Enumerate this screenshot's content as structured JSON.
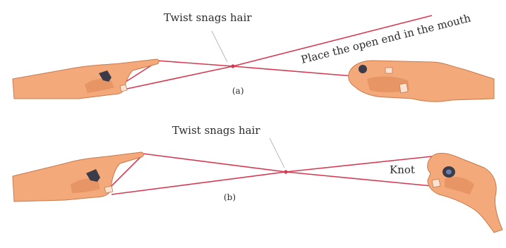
{
  "panel_a": {
    "caption": "(a)",
    "label_twist": "Twist snags hair",
    "label_mouth": "Place the open end in the mouth"
  },
  "panel_b": {
    "caption": "(b)",
    "label_twist": "Twist snags hair",
    "label_knot": "Knot"
  },
  "colors": {
    "thread": "#d63a52",
    "skin": "#f3a97a",
    "pointer": "#b9b9b9"
  },
  "icons": [
    "left-hand-icon",
    "right-fist-icon",
    "right-hand-icon"
  ]
}
